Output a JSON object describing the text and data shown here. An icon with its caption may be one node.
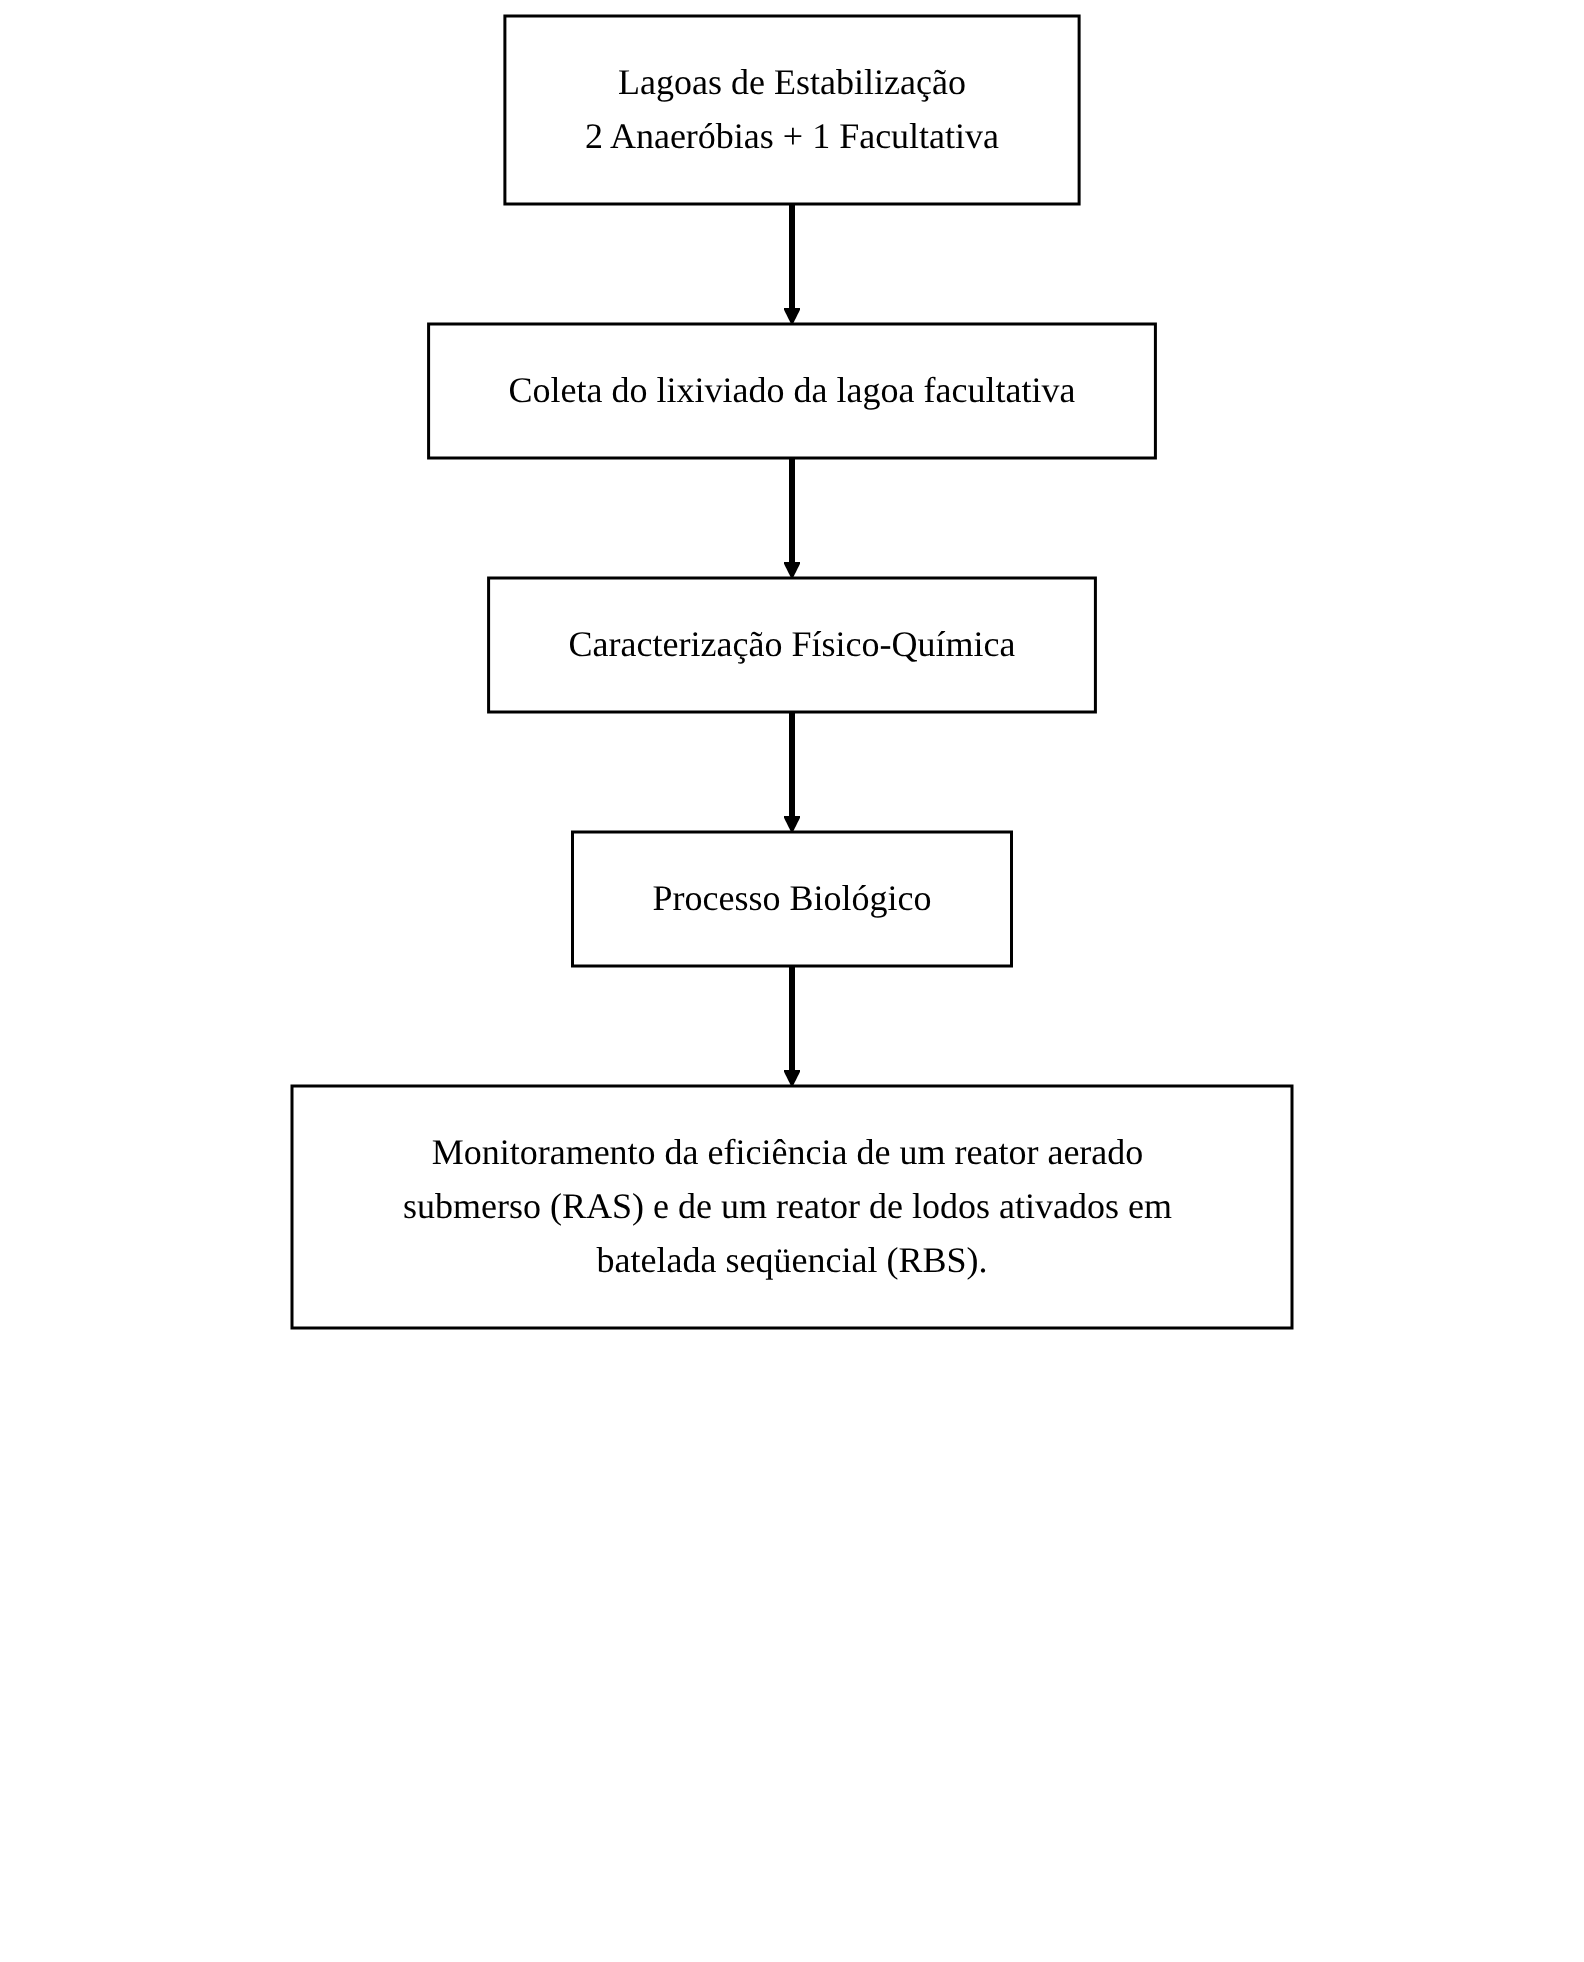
{
  "diagram": {
    "nodes": [
      {
        "text": [
          "Lagoas de Estabilização",
          "2 Anaeróbias + 1 Facultativa"
        ]
      },
      {
        "text": [
          "Coleta do lixiviado da lagoa facultativa"
        ]
      },
      {
        "text": [
          "Caracterização Físico-Química"
        ]
      },
      {
        "text": [
          "Processo Biológico"
        ]
      },
      {
        "text": [
          "Monitoramento da eficiência de um reator aerado submerso (RAS) e de um reator de lodos ativados em batelada seqüencial (RBS)."
        ]
      }
    ],
    "edges": [
      {
        "from": 0,
        "to": 1,
        "arrow": "to"
      },
      {
        "from": 1,
        "to": 2,
        "arrow": "to"
      },
      {
        "from": 2,
        "to": 3,
        "arrow": "to"
      },
      {
        "from": 3,
        "to": 4,
        "arrow": "to"
      }
    ]
  }
}
